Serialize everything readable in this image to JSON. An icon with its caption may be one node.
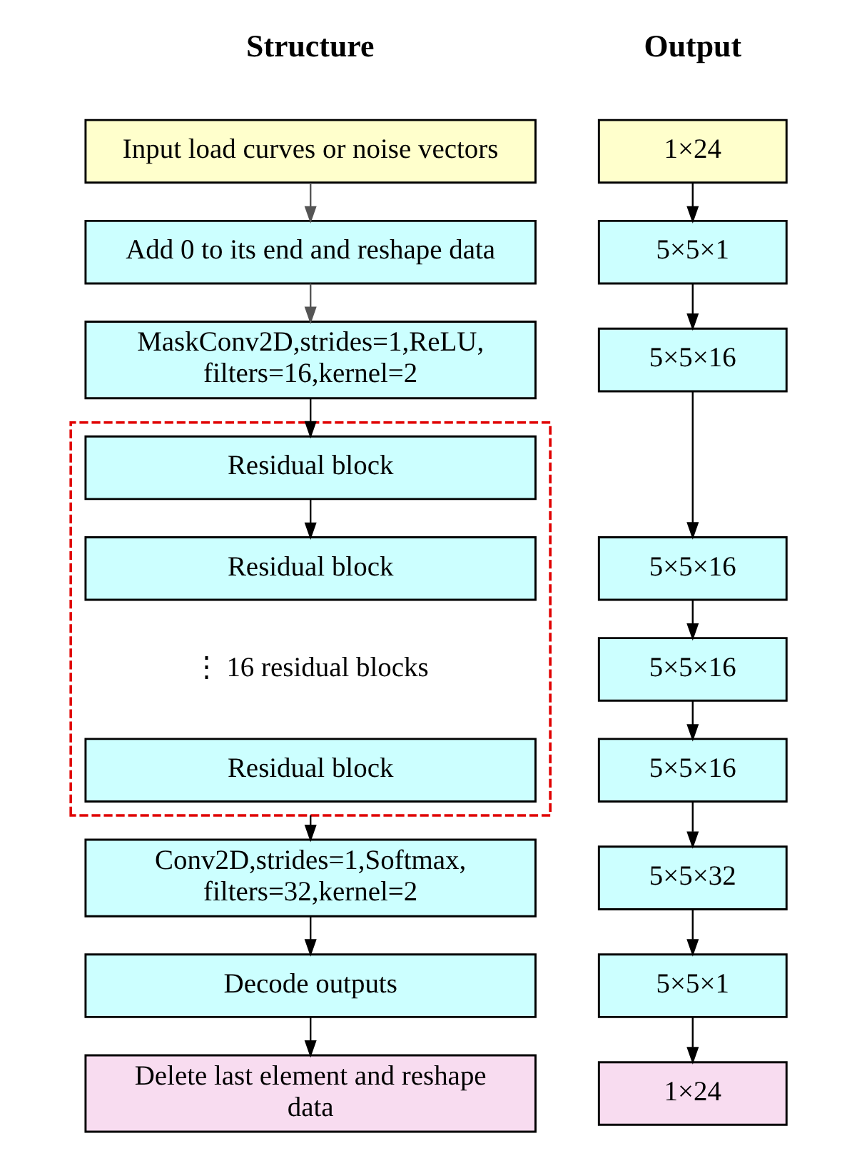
{
  "diagram": {
    "nodes": [
      {
        "text": [
          "Input load curves or noise vectors"
        ]
      },
      {
        "text": [
          "Add 0 to its end and reshape data"
        ]
      },
      {
        "text": [
          "MaskConv2D,strides=1,ReLU, filters=16,kernel=2"
        ]
      },
      {
        "text": [],
        "shape": "box"
      },
      {
        "text": [
          "Residual block"
        ],
        "in": 3
      },
      {
        "text": [
          "Residual block"
        ],
        "in": 3
      },
      {
        "text": [
          "Residual block"
        ],
        "in": 3
      },
      {
        "text": [
          "Conv2D,strides=1,Softmax, filters=32,kernel=2"
        ]
      },
      {
        "text": [
          "Decode outputs"
        ]
      },
      {
        "text": [
          "Delete last element and reshape data"
        ]
      },
      {
        "text": [
          "1×24"
        ]
      },
      {
        "text": [
          "5×5×1"
        ]
      },
      {
        "text": [
          "5×5×16"
        ]
      },
      {
        "text": [
          "5×5×16"
        ]
      },
      {
        "text": [
          "5×5×16"
        ]
      },
      {
        "text": [
          "5×5×16"
        ]
      },
      {
        "text": [
          "5×5×32"
        ]
      },
      {
        "text": [
          "5×5×1"
        ]
      },
      {
        "text": [
          "1×24"
        ]
      }
    ],
    "edges": [
      {
        "from": 0,
        "to": 1,
        "arrow": "to",
        "color": "#555555"
      },
      {
        "from": 1,
        "to": 2,
        "arrow": "to",
        "color": "#555555"
      },
      {
        "from": 2,
        "to": 4,
        "arrow": "to"
      },
      {
        "from": 4,
        "to": 5,
        "arrow": "to"
      },
      {
        "from": 3,
        "to": 7,
        "arrow": "to"
      },
      {
        "from": 7,
        "to": 8,
        "arrow": "to"
      },
      {
        "from": 8,
        "to": 9,
        "arrow": "to"
      },
      {
        "from": 10,
        "to": 11,
        "arrow": "to"
      },
      {
        "from": 11,
        "to": 12,
        "arrow": "to"
      },
      {
        "from": 12,
        "to": 13,
        "arrow": "to"
      },
      {
        "from": 13,
        "to": 14,
        "arrow": "to"
      },
      {
        "from": 14,
        "to": 15,
        "arrow": "to"
      },
      {
        "from": 15,
        "to": 16,
        "arrow": "to"
      },
      {
        "from": 16,
        "to": 17,
        "arrow": "to"
      },
      {
        "from": 17,
        "to": 18,
        "arrow": "to"
      }
    ],
    "labels": [
      "Structure",
      "Output",
      "⋮ 16 residual blocks"
    ]
  }
}
